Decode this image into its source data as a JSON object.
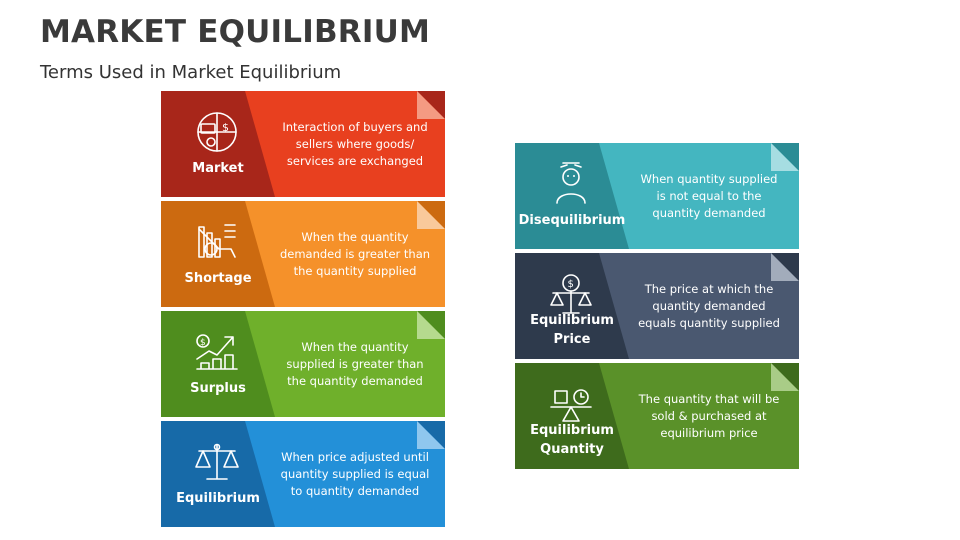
{
  "header": {
    "title": "MARKET EQUILIBRIUM",
    "subtitle": "Terms Used in Market Equilibrium"
  },
  "cards": [
    {
      "key": "market",
      "label": "Market",
      "icon": "market-icon",
      "description": "Interaction of buyers and\nsellers where goods/\nservices are exchanged",
      "colors": {
        "dark": "#a8261a",
        "light": "#e8401f",
        "fold": "#f49a82"
      }
    },
    {
      "key": "shortage",
      "label": "Shortage",
      "icon": "declining-chart-icon",
      "description": "When the quantity\ndemanded is greater than\nthe quantity supplied",
      "colors": {
        "dark": "#cc6a10",
        "light": "#f5912a",
        "fold": "#f9c99b"
      }
    },
    {
      "key": "surplus",
      "label": "Surplus",
      "icon": "growth-chart-icon",
      "description": "When the quantity\nsupplied is greater than\nthe quantity demanded",
      "colors": {
        "dark": "#4f8d1e",
        "light": "#6fb02b",
        "fold": "#b5da8e"
      }
    },
    {
      "key": "equilibrium",
      "label": "Equilibrium",
      "icon": "balance-scale-icon",
      "description": "When price adjusted until\nquantity supplied is equal\nto quantity demanded",
      "colors": {
        "dark": "#176aa8",
        "light": "#2390d8",
        "fold": "#8fc7ee"
      }
    },
    {
      "key": "disequilibrium",
      "label": "Disequilibrium",
      "icon": "confused-person-icon",
      "description": "When quantity supplied\nis not equal to the\nquantity demanded",
      "colors": {
        "dark": "#2b8c95",
        "light": "#44b6c0",
        "fold": "#a6dde2"
      }
    },
    {
      "key": "equilibrium-price",
      "label": "Equilibrium\nPrice",
      "icon": "price-scale-icon",
      "description": "The price at which the\nquantity demanded\nequals quantity supplied",
      "colors": {
        "dark": "#2e3a4c",
        "light": "#4a5870",
        "fold": "#a2acbb"
      }
    },
    {
      "key": "equilibrium-quantity",
      "label": "Equilibrium\nQuantity",
      "icon": "seesaw-quantity-icon",
      "description": "The quantity that will be\nsold & purchased at\nequilibrium price",
      "colors": {
        "dark": "#3e6b1c",
        "light": "#5a9129",
        "fold": "#a9cc87"
      }
    }
  ]
}
